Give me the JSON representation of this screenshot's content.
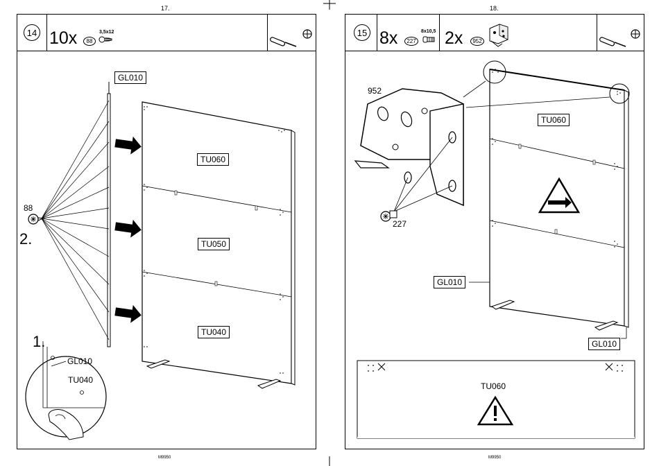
{
  "left_page": {
    "page_number": "17.",
    "footer": "M9950",
    "step": "14",
    "quantity": "10x",
    "part_number": "88",
    "screw_size": "3,5x12",
    "tool": "screwdriver-icon",
    "labels": {
      "panel_side": "GL010",
      "panel_top": "TU060",
      "panel_mid": "TU050",
      "panel_bottom": "TU040",
      "callout_part": "88",
      "step2": "2.",
      "step1": "1.",
      "detail_side": "GL010",
      "detail_bottom": "TU040"
    }
  },
  "right_page": {
    "page_number": "18.",
    "footer": "M9950",
    "step": "15",
    "quantity_a": "8x",
    "part_a": "227",
    "size_a": "8x10,5",
    "quantity_b": "2x",
    "part_b": "952",
    "tool": "screwdriver-icon",
    "labels": {
      "bracket": "952",
      "screw": "227",
      "panel_top": "TU060",
      "side_left": "GL010",
      "side_right": "GL010",
      "bottom_panel": "TU060"
    }
  }
}
